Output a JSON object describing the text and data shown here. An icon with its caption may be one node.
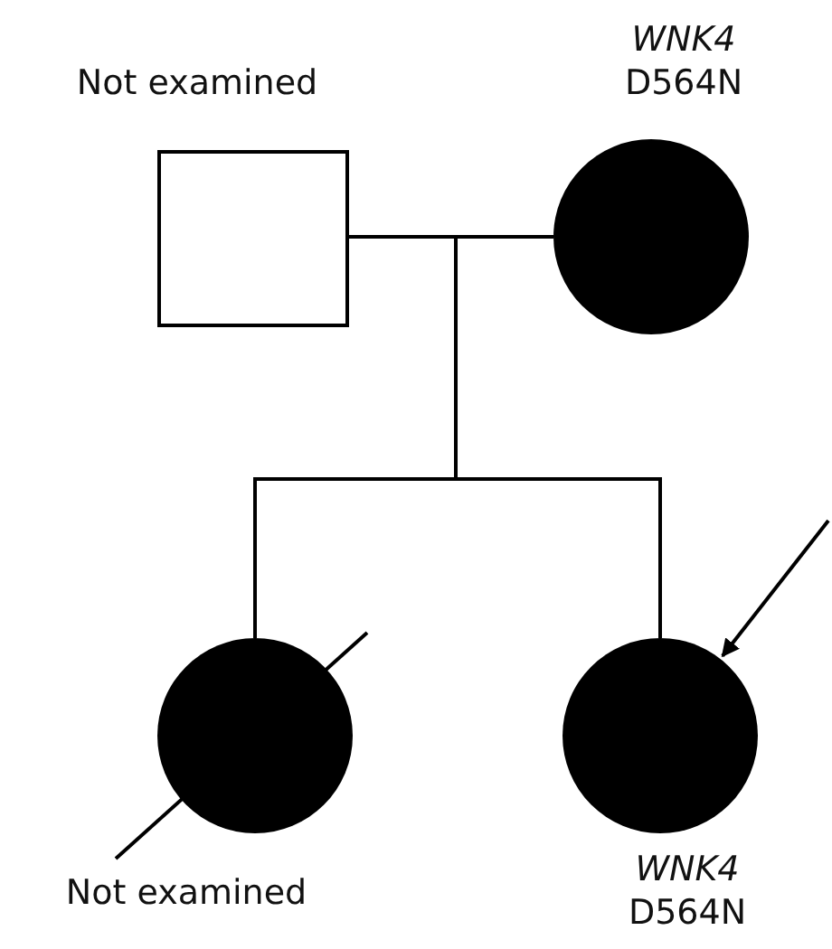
{
  "diagram": {
    "nodes": [
      {
        "text": [
          "Not examined"
        ]
      },
      {
        "text": [
          "*WNK4* D564N"
        ]
      },
      {
        "text": [
          "Not examined"
        ]
      },
      {
        "text": [
          "*WNK4* D564N"
        ]
      }
    ],
    "edges": [
      {
        "from": 0,
        "to": 1,
        "arrow": "none"
      },
      {
        "from": 0,
        "to": 2,
        "arrow": "none"
      },
      {
        "from": 0,
        "to": 3,
        "arrow": "none"
      },
      {
        "from": 1,
        "to": 2,
        "arrow": "none"
      },
      {
        "from": 1,
        "to": 3,
        "arrow": "none"
      },
      {
        "from": null,
        "to": 3,
        "arrow": "to"
      }
    ]
  }
}
